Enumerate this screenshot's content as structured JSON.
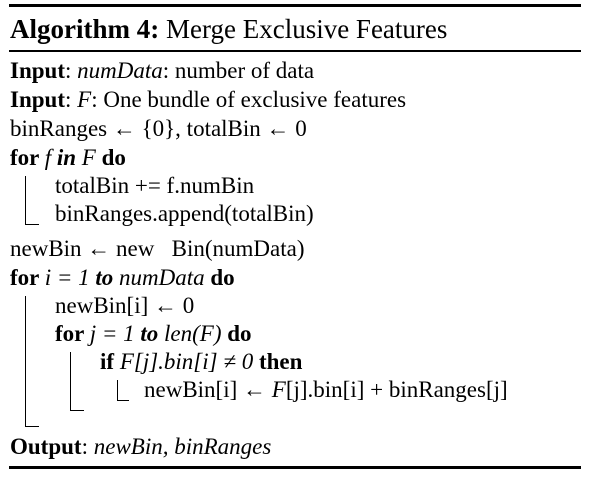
{
  "algorithm": {
    "label": "Algorithm 4:",
    "title": "Merge Exclusive Features"
  },
  "inputs": [
    {
      "keyword": "Input",
      "sep": ": ",
      "name": "numData",
      "desc": ": number of data"
    },
    {
      "keyword": "Input",
      "sep": ": ",
      "name": "F",
      "desc": ": One bundle of exclusive features"
    }
  ],
  "lines": {
    "init": "binRanges ← {0}, totalBin ← 0",
    "for1": {
      "kw_for": "for ",
      "var": "f",
      "kw_in": " in ",
      "set": "F",
      "kw_do": " do"
    },
    "for1_body": [
      "totalBin += f.numBin",
      "binRanges.append(totalBin)"
    ],
    "newbin": "newBin ← new   Bin(numData)",
    "for2": {
      "kw_for": "for ",
      "expr": "i = 1",
      "kw_to": " to ",
      "limit": "numData",
      "kw_do": " do"
    },
    "for2_init": "newBin[i] ← 0",
    "for3": {
      "kw_for": "for ",
      "expr": "j = 1",
      "kw_to": " to ",
      "limit": "len(F)",
      "kw_do": " do"
    },
    "if": {
      "kw_if": "if ",
      "cond": "F[j].bin[i] ≠ 0",
      "kw_then": " then"
    },
    "assign": {
      "lhs": "newBin[i] ← ",
      "F": "F",
      "rhs": "[j].bin[i] + binRanges[j]"
    }
  },
  "output": {
    "keyword": "Output",
    "sep": ": ",
    "values": "newBin, binRanges"
  }
}
